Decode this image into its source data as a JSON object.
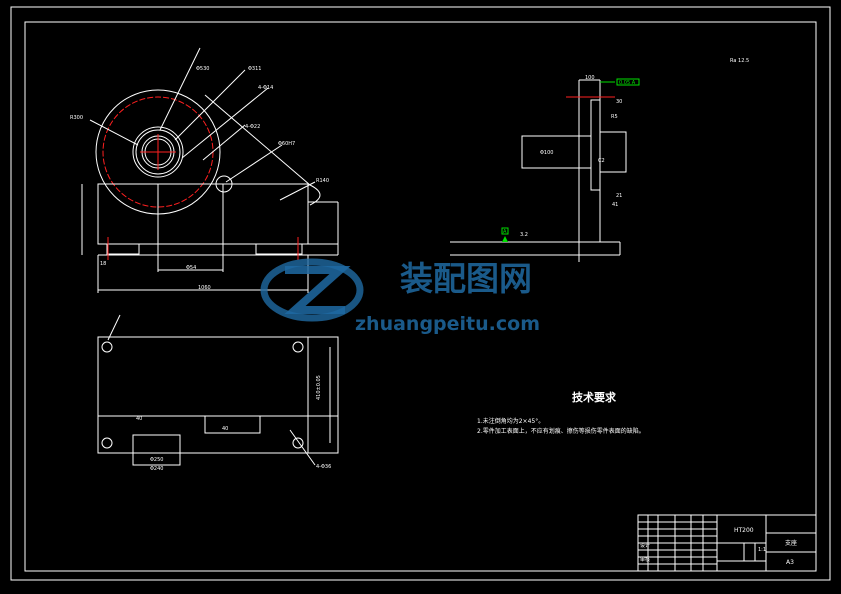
{
  "drawing": {
    "front_view_labels": {
      "d530": "Φ530",
      "d311": "Φ311",
      "holes14": "4-Φ14",
      "holes22": "4-Φ22",
      "d60": "Φ60H7",
      "r300": "R300",
      "r140": "R140",
      "width": "1060",
      "inner": "Φ54",
      "left": "18"
    },
    "side_view_labels": {
      "top": "100",
      "tol": "0.05 A",
      "d30": "30",
      "r5": "R5",
      "d21": "21",
      "d41": "41",
      "hub": "Φ100",
      "rough": "3.2",
      "datum": "A",
      "c2": "C2"
    },
    "top_view_labels": {
      "h": "410±0.05",
      "d250": "Φ250",
      "d240": "Φ240",
      "holes36": "4-Φ36",
      "depth": "40",
      "h2": "40"
    },
    "roughness": "Ra 12.5",
    "tech_req": {
      "title": "技术要求",
      "line1": "1.未注倒角均为2×45°。",
      "line2": "2.零件加工表面上，不应有划痕、擦伤等损伤零件表面的缺陷。"
    },
    "title_block": {
      "name": "支座",
      "material": "HT200",
      "scale": "1:1",
      "sheet": "A3",
      "designer": "设计",
      "checker": "审核"
    }
  },
  "watermark": {
    "brand": "装配图网",
    "url": "zhuangpeitu.com"
  },
  "colors": {
    "line": "#ffffff",
    "center": "#ff2020",
    "datum": "#00e000",
    "watermark": "#1f6aa3"
  }
}
